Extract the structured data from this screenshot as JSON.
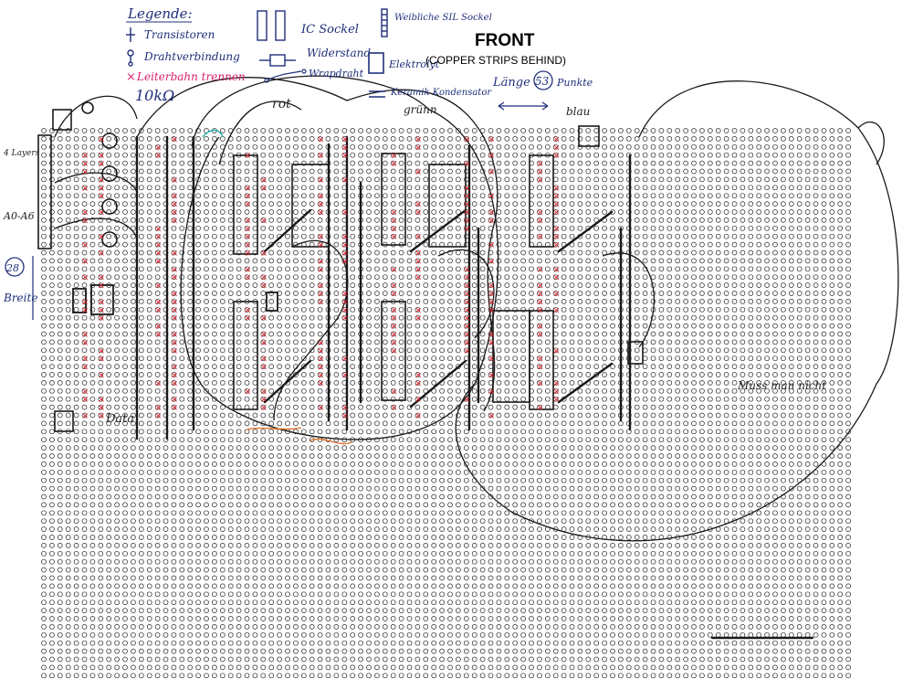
{
  "title": "FRONT",
  "subtitle": "(COPPER STRIPS BEHIND)",
  "legend": {
    "heading": "Legende:",
    "transistor": "Transistoren",
    "wire_link": "Drahtverbindung",
    "cut_track": "Leiterbahn trennen",
    "ic_socket": "IC Sockel",
    "female_sil": "Weibliche SIL Sockel",
    "resistor": "Widerstand",
    "wrap_wire": "Wrapdraht",
    "electrolytic": "Elektrolyt",
    "ceramic": "Keramik Kondensator"
  },
  "labels": {
    "length": "Länge",
    "length_value": "53",
    "length_unit": "Punkte",
    "width": "Breite",
    "width_value": "28",
    "resistor_value": "10kΩ",
    "layers": "4 Layers",
    "address": "A0-A6",
    "red": "rot",
    "green": "grünn",
    "blue": "blau",
    "data": "Data",
    "must_fit": "Muss man nicht",
    "cut_icon": "×"
  },
  "colors": {
    "ink_blue": "#1f2f7a",
    "ink_black": "#1a1a1a",
    "cut_red": "#e0202a",
    "pink": "#d8206a",
    "hole": "#2a2a2a"
  }
}
